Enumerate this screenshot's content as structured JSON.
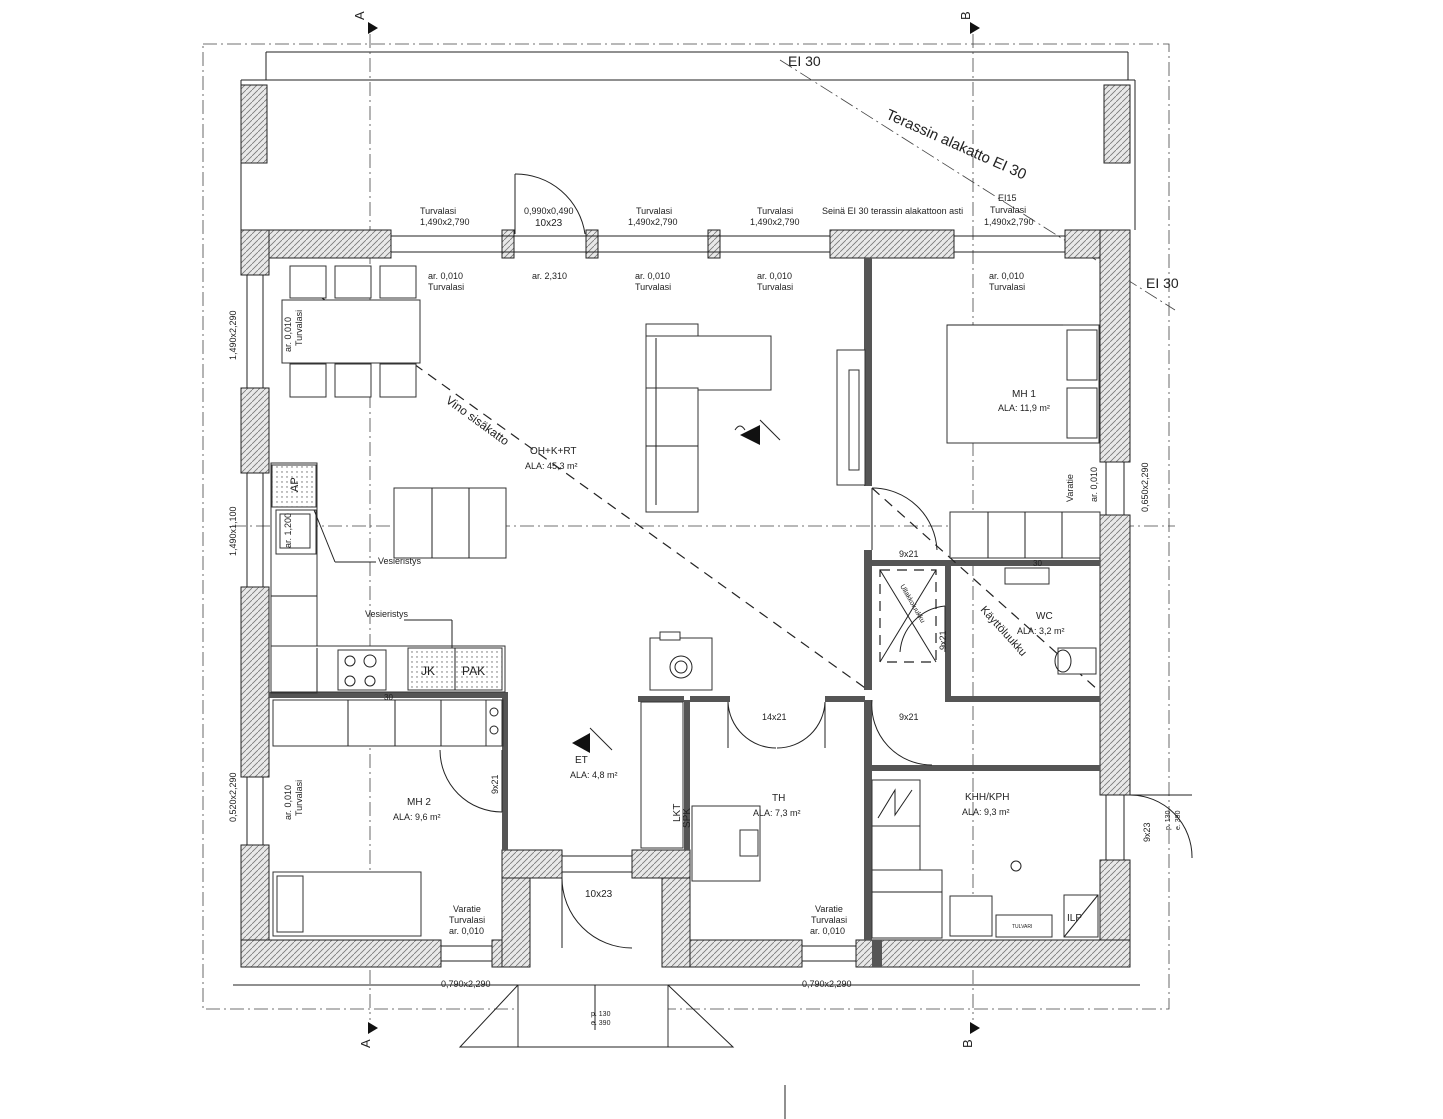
{
  "section_marks": {
    "a": "A",
    "b": "B"
  },
  "walls": {
    "ei30_top": "EI 30",
    "terrace_ceiling": "Terassin alakatto EI 30",
    "ei30_right": "EI 30",
    "wall_note": "Seinä EI 30 terassin alakattoon asti",
    "ei15": "EI15"
  },
  "windows": {
    "w1_title": "Turvalasi",
    "w1_size": "1,490x2,790",
    "w2_size": "0,990x0,490",
    "w2_extra": "10x23",
    "w3_title": "Turvalasi",
    "w3_size": "1,490x2,790",
    "w4_title": "Turvalasi",
    "w4_size": "1,490x2,790",
    "w5_title": "Turvalasi",
    "w5_size": "1,490x2,790",
    "left1": "1,490x2,290",
    "left2": "1,490x1,100",
    "left3": "0,520x2,290",
    "right1": "0,650x2,290",
    "bottom1": "0,790x2,290",
    "bottom2": "0,790x2,290"
  },
  "ar_notes": {
    "a1_line1": "ar. 0,010",
    "a1_line2": "Turvalasi",
    "a2": "ar. 2,310",
    "a3_line1": "ar. 0,010",
    "a3_line2": "Turvalasi",
    "a4_line1": "ar. 0,010",
    "a4_line2": "Turvalasi",
    "a5_line1": "ar. 0,010",
    "a5_line2": "Turvalasi",
    "left_ar_line1": "ar. 0,010",
    "left_ar_line2": "Turvalasi",
    "mh2_ar_line1": "ar. 0,010",
    "mh2_ar_line2": "Turvalasi",
    "kitchen_ar": "ar. 1,200",
    "mh1_ar_line1": "Varatie",
    "mh1_ar_line2": "ar. 0,010",
    "bot1_line1": "Varatie",
    "bot1_line2": "Turvalasi",
    "bot1_line3": "ar. 0,010",
    "bot2_line1": "Varatie",
    "bot2_line2": "Turvalasi",
    "bot2_line3": "ar. 0,010"
  },
  "rooms": {
    "living_name": "OH+K+RT",
    "living_area": "ALA: 45,3 m²",
    "mh1_name": "MH 1",
    "mh1_area": "ALA: 11,9 m²",
    "mh2_name": "MH 2",
    "mh2_area": "ALA: 9,6 m²",
    "et_name": "ET",
    "et_area": "ALA: 4,8 m²",
    "th_name": "TH",
    "th_area": "ALA: 7,3 m²",
    "wc_name": "WC",
    "wc_area": "ALA: 3,2 m²",
    "khh_name": "KHH/KPH",
    "khh_area": "ALA: 9,3 m²"
  },
  "labels": {
    "vino": "Vino sisäkatto",
    "kayttoluukku": "Käyttöluukku",
    "ullakko": "Ullakkoluukku",
    "vesieristys1": "Vesieristys",
    "vesieristys2": "Vesieristys",
    "ap": "AP",
    "jk": "JK",
    "pak": "PAK",
    "lkt": "LKT",
    "spk": "SPK",
    "ilp": "ILP",
    "tulvari": "TULVARI",
    "d9x21_a": "9x21",
    "d9x21_b": "9x21",
    "d9x21_c": "9x21",
    "d9x21_d": "9x21",
    "d14x21": "14x21",
    "d10x23": "10x23",
    "d9x23": "9x23",
    "step_p": "p. 130",
    "step_e": "e. 390",
    "step2_p": "p. 130",
    "step2_e": "e. 390",
    "d30_a": "30",
    "d30_b": "30"
  }
}
